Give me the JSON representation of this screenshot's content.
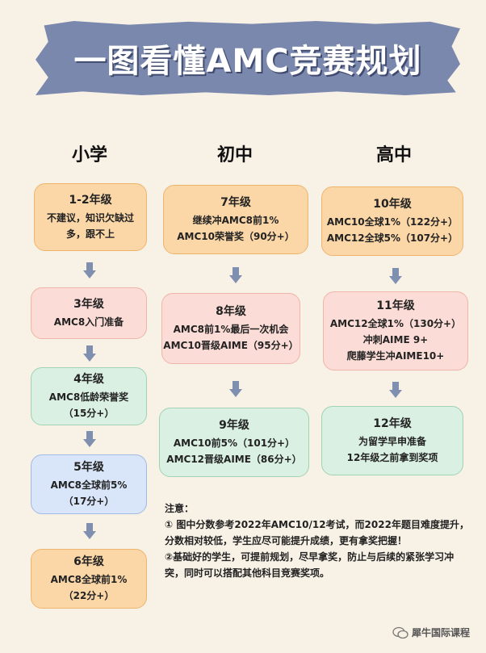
{
  "title": "一图看懂AMC竞赛规划",
  "columns": [
    "小学",
    "初中",
    "高中"
  ],
  "primary": [
    {
      "grade": "1-2年级",
      "lines": [
        "不建议，知识欠缺过",
        "多，跟不上"
      ]
    },
    {
      "grade": "3年级",
      "lines": [
        "AMC8入门准备"
      ]
    },
    {
      "grade": "4年级",
      "lines": [
        "AMC8低龄荣誉奖",
        "（15分+）"
      ]
    },
    {
      "grade": "5年级",
      "lines": [
        "AMC8全球前5%",
        "（17分+）"
      ]
    },
    {
      "grade": "6年级",
      "lines": [
        "AMC8全球前1%",
        "（22分+）"
      ]
    }
  ],
  "middle": [
    {
      "grade": "7年级",
      "lines": [
        "继续冲AMC8前1%",
        "AMC10荣誉奖（90分+）"
      ]
    },
    {
      "grade": "8年级",
      "lines": [
        "AMC8前1%最后一次机会",
        "AMC10晋级AIME（95分+）"
      ]
    },
    {
      "grade": "9年级",
      "lines": [
        "AMC10前5%（101分+）",
        "AMC12晋级AIME（86分+）"
      ]
    }
  ],
  "high": [
    {
      "grade": "10年级",
      "lines": [
        "AMC10全球1%（122分+）",
        "AMC12全球5%（107分+）"
      ]
    },
    {
      "grade": "11年级",
      "lines": [
        "AMC12全球1%（130分+）",
        "冲刺AIME 9+",
        "爬藤学生冲AIME10+"
      ]
    },
    {
      "grade": "12年级",
      "lines": [
        "为留学早申准备",
        "12年级之前拿到奖项"
      ]
    }
  ],
  "notes": {
    "heading": "注意：",
    "p1": "① 图中分数参考2022年AMC10/12考试，而2022年题目难度提升，分数相对较低，学生应尽可能提升成绩，更有拿奖把握！",
    "p2": "②基础好的学生，可提前规划，尽早拿奖，防止与后续的紧张学习冲突，同时可以搭配其他科目竞赛奖项。"
  },
  "watermark": "犀牛国际课程",
  "colors": {
    "banner": "#7b88ad",
    "arrow": "#7f8fb0",
    "background": "#f8f1e6"
  }
}
